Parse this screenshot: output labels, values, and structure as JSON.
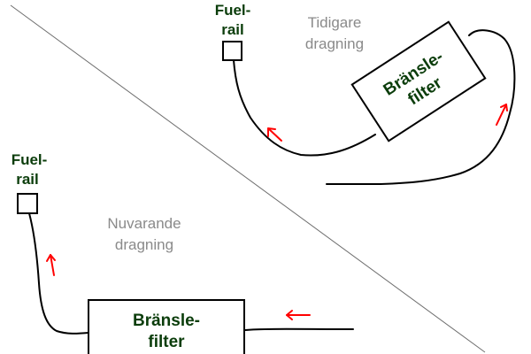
{
  "colors": {
    "background": "#ffffff",
    "label_dark_green": "#0b3d0b",
    "caption_gray": "#8a8a8a",
    "line_black": "#000000",
    "divider_gray": "#6e6e6e",
    "arrow_red": "#ff0000"
  },
  "old_routing": {
    "caption_line1": "Tidigare",
    "caption_line2": "dragning",
    "fuel_rail_line1": "Fuel-",
    "fuel_rail_line2": "rail",
    "filter_line1": "Bränsle-",
    "filter_line2": "filter"
  },
  "new_routing": {
    "caption_line1": "Nuvarande",
    "caption_line2": "dragning",
    "fuel_rail_line1": "Fuel-",
    "fuel_rail_line2": "rail",
    "filter_line1": "Bränsle-",
    "filter_line2": "filter"
  }
}
